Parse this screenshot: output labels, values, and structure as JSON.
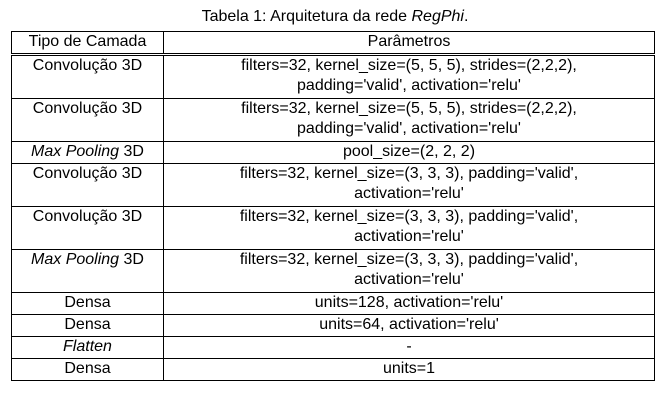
{
  "caption": {
    "prefix": "Tabela 1: Arquitetura da rede ",
    "emphasis": "RegPhi",
    "suffix": "."
  },
  "table": {
    "headers": [
      "Tipo de Camada",
      "Parâmetros"
    ],
    "rows": [
      {
        "type": "Convolução 3D",
        "type_italic": "",
        "type_rest": "",
        "params": [
          "filters=32, kernel_size=(5, 5, 5), strides=(2,2,2),",
          "padding='valid', activation='relu'"
        ]
      },
      {
        "type": "Convolução 3D",
        "type_italic": "",
        "type_rest": "",
        "params": [
          "filters=32, kernel_size=(5, 5, 5), strides=(2,2,2),",
          "padding='valid', activation='relu'"
        ]
      },
      {
        "type": "",
        "type_italic": "Max Pooling",
        "type_rest": " 3D",
        "params": [
          "pool_size=(2, 2, 2)"
        ]
      },
      {
        "type": "Convolução 3D",
        "type_italic": "",
        "type_rest": "",
        "params": [
          "filters=32, kernel_size=(3, 3, 3), padding='valid',",
          "activation='relu'"
        ]
      },
      {
        "type": "Convolução 3D",
        "type_italic": "",
        "type_rest": "",
        "params": [
          "filters=32, kernel_size=(3, 3, 3), padding='valid',",
          "activation='relu'"
        ]
      },
      {
        "type": "",
        "type_italic": "Max Pooling",
        "type_rest": " 3D",
        "params": [
          "filters=32, kernel_size=(3, 3, 3), padding='valid',",
          "activation='relu'"
        ]
      },
      {
        "type": "Densa",
        "type_italic": "",
        "type_rest": "",
        "params": [
          "units=128, activation='relu'"
        ]
      },
      {
        "type": "Densa",
        "type_italic": "",
        "type_rest": "",
        "params": [
          "units=64, activation='relu'"
        ]
      },
      {
        "type": "",
        "type_italic": "Flatten",
        "type_rest": "",
        "params": [
          "-"
        ]
      },
      {
        "type": "Densa",
        "type_italic": "",
        "type_rest": "",
        "params": [
          "units=1"
        ]
      }
    ]
  }
}
